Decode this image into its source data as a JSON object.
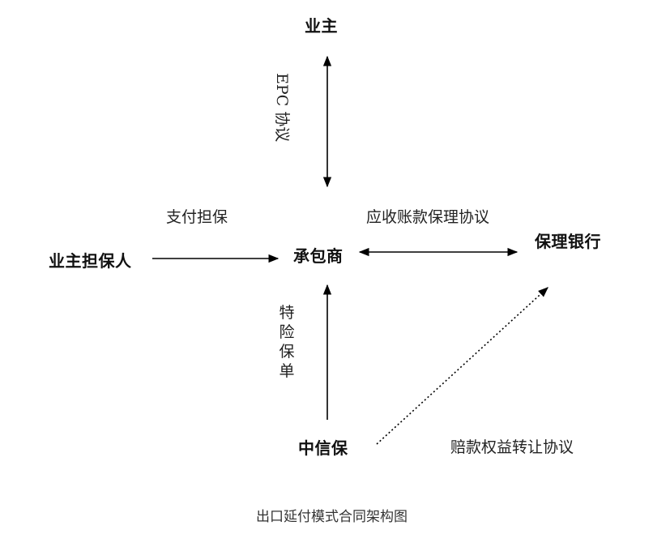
{
  "nodes": {
    "owner": "业主",
    "owner_guarantor": "业主担保人",
    "contractor": "承包商",
    "factoring_bank": "保理银行",
    "sinosure": "中信保"
  },
  "edges": {
    "epc_agreement": "EPC 协议",
    "payment_guarantee": "支付担保",
    "receivables_factoring_agreement": "应收账款保理协议",
    "special_risk_policy": "特险保单",
    "indemnity_rights_transfer_agreement": "赔款权益转让协议"
  },
  "caption": "出口延付模式合同架构图"
}
